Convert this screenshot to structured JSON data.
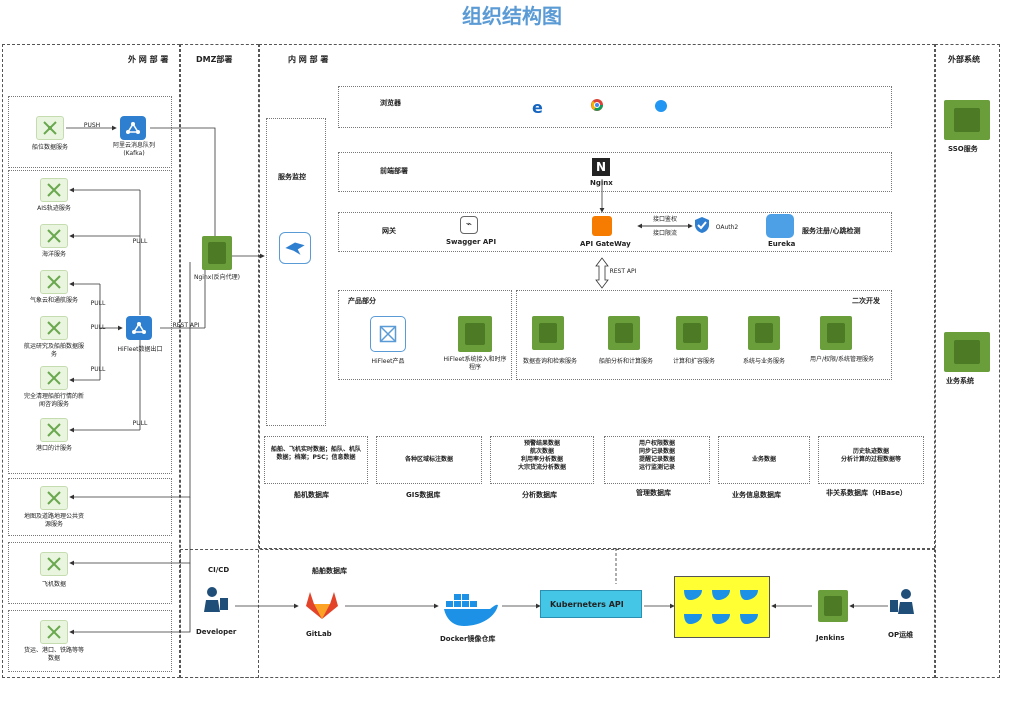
{
  "title": "组织结构图",
  "zones": {
    "external": "外 网 部 署",
    "dmz": "DMZ部署",
    "internal": "内 网 部 署",
    "external_sys": "外部系统"
  },
  "ext": {
    "ship_pos": "船位数据服务",
    "push": "PUSH",
    "kafka": "阿里云消息队列(Kafka)",
    "ai_weather": "AIS轨迹服务",
    "weather": "海洋服务",
    "meteo": "气象云和通航服务",
    "route": "航运研究及船舶数据服务",
    "safety": "完全清理船舶行情的新闻咨询服务",
    "port": "港口的计服务",
    "hub": "HiFleet数据出口",
    "pull": "PULL",
    "rest": "REST API",
    "geo": "地图及道路地理公共资源服务",
    "flight": "飞机数据",
    "cargo": "货运、港口、铁路等等数据"
  },
  "dmz": {
    "nginx": "Nginx(反向代理)"
  },
  "internal": {
    "monitor": "服务监控",
    "browser": "浏览器",
    "frontend": "前端部署",
    "nginx": "Nginx",
    "gateway": "网关",
    "swagger": "Swagger API",
    "apigw": "API GateWay",
    "auth_in": "接口鉴权",
    "auth_out": "接口限流",
    "oauth": "OAuth2",
    "eureka": "Eureka",
    "registry": "服务注册/心跳检测",
    "rest": "REST API",
    "product": "产品部分",
    "hifleet_prod": "HiFleet产品",
    "hifleet_sys": "HiFleet系统接入和时序程序",
    "secondary": "二次开发",
    "s1": "数据查询和检索服务",
    "s2": "船舶分析和计算服务",
    "s3": "计算和扩容服务",
    "s4": "系统与业务服务",
    "s5": "用户/权限/系统管理服务"
  },
  "dbs": [
    {
      "content": "船舶、飞机实时数据；船队、机队数据；档案；PSC；信息数据",
      "name": "船机数据库"
    },
    {
      "content": "各种区域标注数据",
      "name": "GIS数据库"
    },
    {
      "content": "预警结果数据\n航次数据\n利用率分析数据\n大宗货流分析数据",
      "name": "分析数据库"
    },
    {
      "content": "用户权限数据\n同步记录数据\n提醒记录数据\n运行监测记录",
      "name": "管理数据库"
    },
    {
      "content": "业务数据",
      "name": "业务信息数据库"
    },
    {
      "content": "历史轨迹数据\n分析计算的过程数据等",
      "name": "非关系数据库（HBase）"
    }
  ],
  "ci": {
    "cicd": "CI/CD",
    "shipdb": "船舶数据库",
    "developer": "Developer",
    "gitlab": "GitLab",
    "docker": "Docker镜像仓库",
    "k8s": "Kuberneters API",
    "jenkins": "Jenkins",
    "op": "OP运维"
  },
  "right": {
    "sso": "SSO服务",
    "biz": "业务系统"
  }
}
